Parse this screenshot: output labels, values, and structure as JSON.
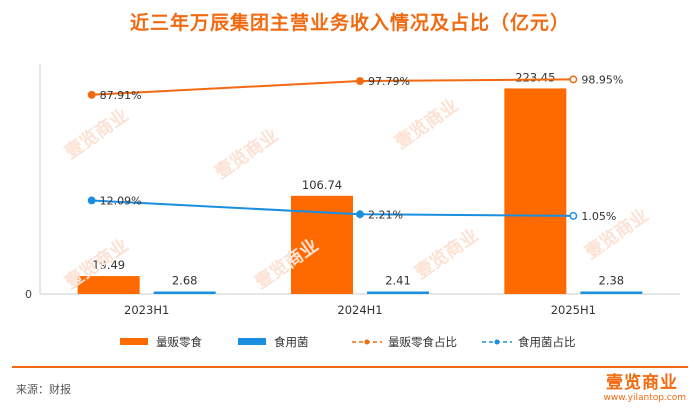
{
  "title": "近三年万辰集团主营业务收入情况及占比（亿元）",
  "source": "来源：财报",
  "brand": {
    "logo_text": "壹览商业",
    "url": "www.yilantop.com",
    "watermark": "壹览商业"
  },
  "colors": {
    "snack": "#ff6a00",
    "mushroom": "#1a8fe0",
    "accent": "#f26a10"
  },
  "chart_data": {
    "type": "bar",
    "categories": [
      "2023H1",
      "2024H1",
      "2025H1"
    ],
    "series": [
      {
        "name": "量贩零食",
        "type": "bar",
        "values": [
          19.49,
          106.74,
          223.45
        ],
        "labels": [
          "19.49",
          "106.74",
          "223.45"
        ]
      },
      {
        "name": "食用菌",
        "type": "bar",
        "values": [
          2.68,
          2.41,
          2.38
        ],
        "labels": [
          "2.68",
          "2.41",
          "2.38"
        ]
      },
      {
        "name": "量贩零食占比",
        "type": "line",
        "values": [
          87.91,
          97.79,
          98.95
        ],
        "labels": [
          "87.91%",
          "97.79%",
          "98.95%"
        ]
      },
      {
        "name": "食用菌占比",
        "type": "line",
        "values": [
          12.09,
          2.21,
          1.05
        ],
        "labels": [
          "12.09%",
          "2.21%",
          "1.05%"
        ]
      }
    ],
    "y_tick_labels": [
      "0"
    ],
    "ylim": [
      0,
      250
    ],
    "secondary_ylim": [
      -55,
      110
    ],
    "grid": false,
    "legend_position": "bottom"
  }
}
